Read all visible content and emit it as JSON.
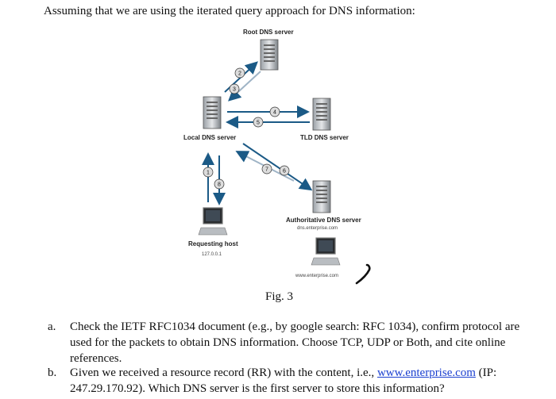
{
  "intro": "Assuming that we are using the iterated query approach for DNS information:",
  "diagram": {
    "root_label": "Root DNS server",
    "local_label": "Local DNS server",
    "tld_label": "TLD DNS server",
    "auth_label": "Authoritative DNS server",
    "auth_host": "dns.enterprise.com",
    "host_label": "Requesting host",
    "host_ip": "127.0.0.1",
    "web_label": "www.enterprise.com",
    "steps": [
      "1",
      "2",
      "3",
      "4",
      "5",
      "6",
      "7",
      "8"
    ]
  },
  "figure_caption": "Fig. 3",
  "questions": [
    {
      "marker": "a.",
      "text": "Check the IETF RFC1034 document (e.g., by google search: RFC 1034), confirm protocol are used for the packets to obtain DNS information. Choose TCP, UDP or Both, and cite online references."
    },
    {
      "marker": "b.",
      "text_before": "Given we received a resource record (RR) with the content, i.e., ",
      "link": "www.enterprise.com",
      "text_after": " (IP: 247.29.170.92). Which DNS server is the first server to store this information?"
    }
  ]
}
